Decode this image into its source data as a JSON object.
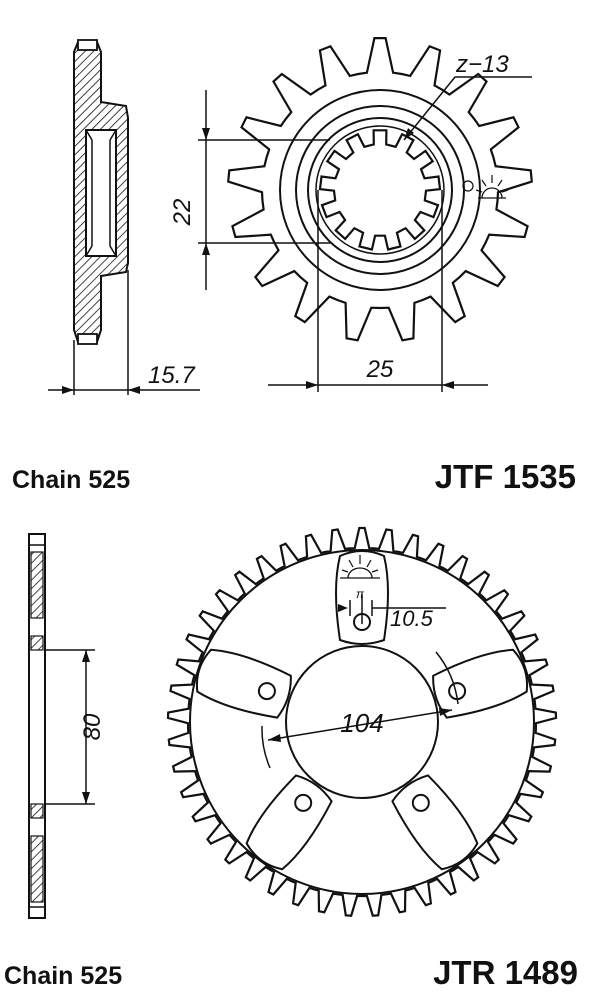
{
  "front": {
    "part_number": "JTF 1535",
    "chain_label": "Chain 525",
    "teeth_label": "z−13",
    "dim_width": "15.7",
    "dim_spline_height": "22",
    "dim_spline_width": "25"
  },
  "rear": {
    "part_number": "JTR 1489",
    "chain_label": "Chain 525",
    "dim_bore": "80",
    "dim_bolt_circle": "104",
    "dim_hole": "10.5"
  },
  "colors": {
    "ink": "#111111",
    "paper": "#ffffff"
  }
}
